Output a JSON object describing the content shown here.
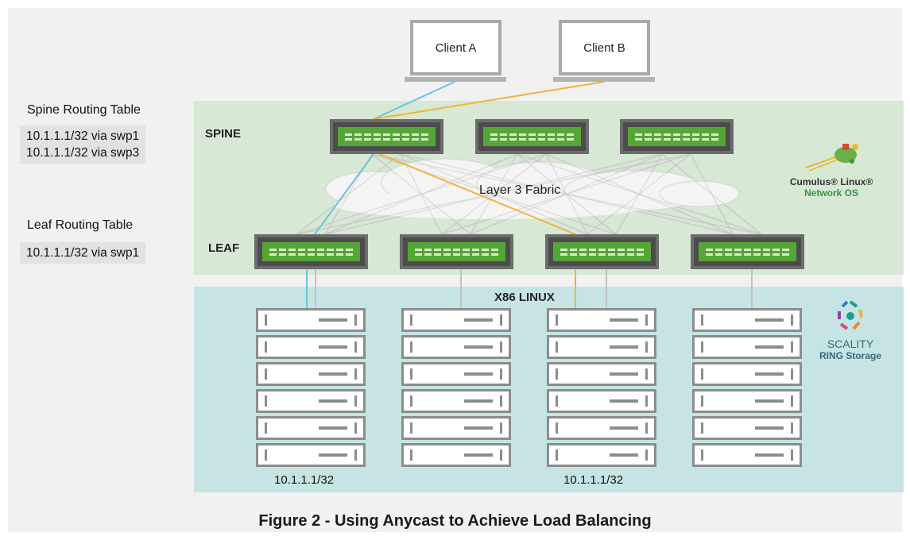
{
  "clients": [
    {
      "label": "Client A"
    },
    {
      "label": "Client B"
    }
  ],
  "spine_routing": {
    "title": "Spine Routing Table",
    "routes": [
      "10.1.1.1/32 via swp1",
      "10.1.1.1/32 via swp3"
    ]
  },
  "leaf_routing": {
    "title": "Leaf Routing Table",
    "routes": [
      "10.1.1.1/32 via swp1"
    ]
  },
  "layers": {
    "spine": "SPINE",
    "leaf": "LEAF",
    "x86": "X86 LINUX",
    "fabric": "Layer 3 Fabric"
  },
  "racks": {
    "ip_labels": [
      "10.1.1.1/32",
      "",
      "10.1.1.1/32",
      ""
    ]
  },
  "brands": {
    "cumulus_name": "Cumulus® Linux®",
    "cumulus_sub": "Network OS",
    "scality_name": "SCALITY",
    "scality_sub": "RING Storage"
  },
  "caption": "Figure 2 - Using Anycast to Achieve Load Balancing",
  "colors": {
    "client_a_path": "#6cc3dd",
    "client_b_path": "#f2b33a",
    "spine_band": "#d7e8d4",
    "x86_band": "#c6e4e4",
    "switch_green": "#56a637"
  }
}
